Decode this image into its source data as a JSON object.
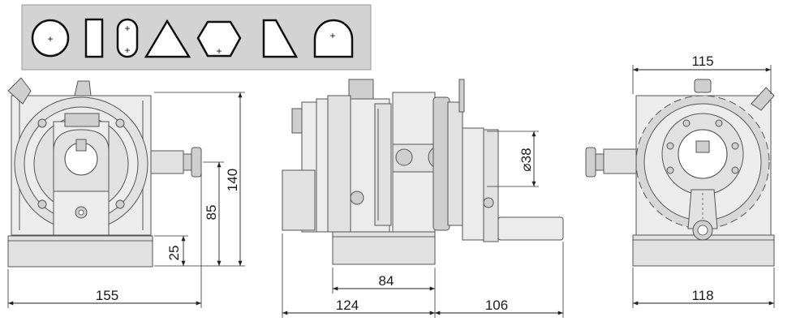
{
  "profile_shapes": [
    "circle-profile",
    "rectangle-profile",
    "slot-profile",
    "triangle-profile",
    "hexagon-profile",
    "trapezoid-profile",
    "arch-profile"
  ],
  "dimensions": {
    "front_width": "155",
    "front_height": "140",
    "front_mid_height": "85",
    "front_base_height": "25",
    "side_diameter": "⌀38",
    "side_inner_length": "84",
    "side_length": "124",
    "side_handle_length": "106",
    "rear_top_width": "115",
    "rear_bottom_width": "118"
  }
}
